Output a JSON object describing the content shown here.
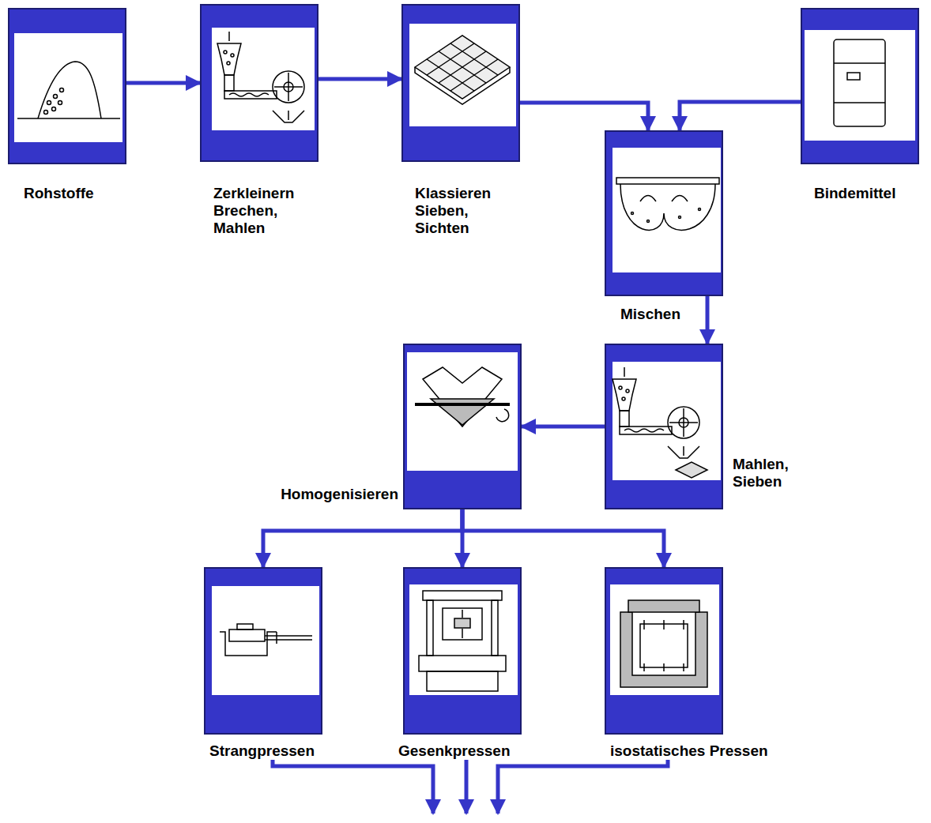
{
  "diagram": {
    "nodes": [
      {
        "text": [
          "Rohstoffe"
        ]
      },
      {
        "text": [
          "Zerkleinern Brechen, Mahlen"
        ]
      },
      {
        "text": [
          "Klassieren Sieben, Sichten"
        ]
      },
      {
        "text": [
          "Bindemittel"
        ]
      },
      {
        "text": [
          "Mischen"
        ]
      },
      {
        "text": [
          "Mahlen, Sieben"
        ]
      },
      {
        "text": [
          "Homogenisieren"
        ]
      },
      {
        "text": [
          "Strangpressen"
        ]
      },
      {
        "text": [
          "Gesenkpressen"
        ]
      },
      {
        "text": [
          "isostatisches Pressen"
        ]
      }
    ],
    "edges": [
      {
        "from": 0,
        "to": 1,
        "arrow": "to"
      },
      {
        "from": 1,
        "to": 2,
        "arrow": "to"
      },
      {
        "from": 2,
        "to": 4,
        "arrow": "to"
      },
      {
        "from": 3,
        "to": 4,
        "arrow": "to"
      },
      {
        "from": 4,
        "to": 5,
        "arrow": "to"
      },
      {
        "from": 5,
        "to": 6,
        "arrow": "to"
      },
      {
        "from": 6,
        "to": 7,
        "arrow": "to"
      },
      {
        "from": 6,
        "to": 8,
        "arrow": "to"
      },
      {
        "from": 6,
        "to": 9,
        "arrow": "to"
      }
    ]
  }
}
